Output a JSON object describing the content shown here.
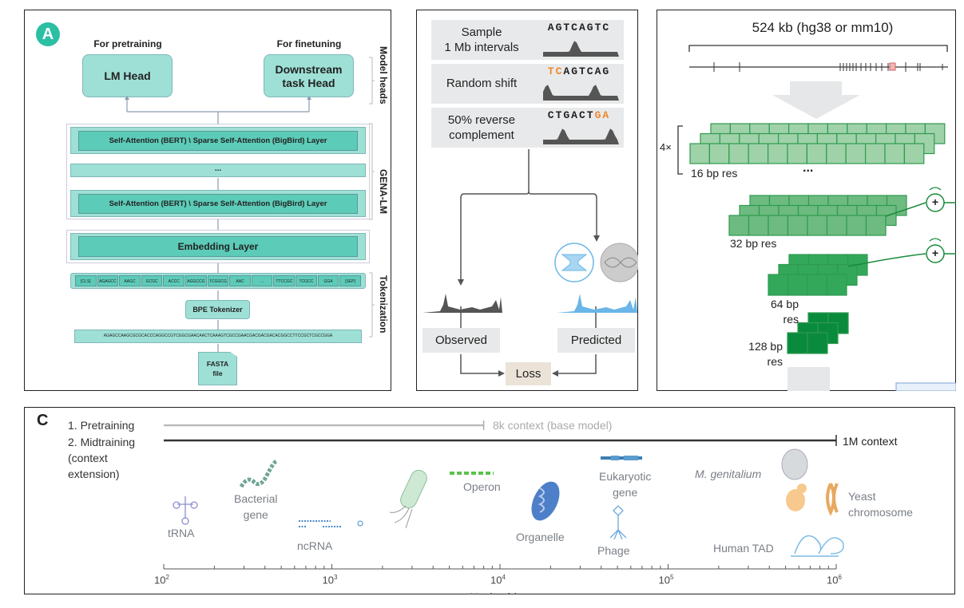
{
  "panel_a": {
    "badge": "A",
    "pretraining_label": "For pretraining",
    "finetuning_label": "For finetuning",
    "lm_head": "LM Head",
    "downstream_head_line1": "Downstream",
    "downstream_head_line2": "task Head",
    "attention_layer_top": "Self-Attention (BERT) \\ Sparse Self-Attention (BigBird) Layer",
    "ellipsis": "...",
    "attention_layer_bottom": "Self-Attention (BERT) \\ Sparse Self-Attention (BigBird) Layer",
    "embedding_layer": "Embedding Layer",
    "tokens": [
      "[CLS]",
      "AGAGCC",
      "AAGC",
      "GCGC",
      "ACCC",
      "AGGCCG",
      "TCGGCG",
      "AAC",
      "...",
      "TTCCGC",
      "TCGCC",
      "GGA",
      "[SEP]"
    ],
    "bpe_tokenizer": "BPE Tokenizer",
    "sequence": "AGAGCCAAGCGCGCACCCAGGCCGTCGGCGAACAACTCAAAGTCGCCGAACGACGACGACACGGCCTTCCGCTCGCCGGA",
    "fasta_line1": "FASTA",
    "fasta_line2": "file",
    "side_labels": {
      "model_heads": "Model heads",
      "gena_lm": "GENA-LM",
      "tokenization": "Tokenization"
    },
    "colors": {
      "light_teal": "#9ee0d6",
      "teal": "#5ccbb8",
      "badge": "#2bbfa4"
    }
  },
  "panel_b": {
    "steps": [
      {
        "label_line1": "Sample",
        "label_line2": "1 Mb intervals",
        "seq_plain": "AGTCAGTC",
        "seq_prefix": "",
        "seq_suffix": ""
      },
      {
        "label_line1": "Random shift",
        "label_line2": "",
        "seq_prefix": "TC",
        "seq_plain": "AGTCAG",
        "seq_suffix": ""
      },
      {
        "label_line1": "50% reverse",
        "label_line2": "complement",
        "seq_prefix": "",
        "seq_plain": "CTGACT",
        "seq_suffix": "GA"
      }
    ],
    "observed": "Observed",
    "predicted": "Predicted",
    "loss": "Loss",
    "colors": {
      "highlight": "#f08a2c",
      "predicted": "#6ab6e8",
      "observed": "#444444",
      "loss_bg": "#ebe3d8"
    }
  },
  "panel_right": {
    "title": "524 kb (hg38 or mm10)",
    "repeat": "4×",
    "res_16": "16 bp res",
    "ellipsis": "...",
    "res_32": "32 bp res",
    "res_64_line1": "64 bp",
    "res_64_line2": "res",
    "res_128_line1": "128 bp",
    "res_128_line2": "res",
    "plus": "+",
    "colors": {
      "res16": "#9fd2a8",
      "res32": "#6dbb80",
      "res64": "#33a85a",
      "res128": "#0a8a3c"
    }
  },
  "panel_c": {
    "badge": "C",
    "pretraining": "1. Pretraining",
    "pretraining_context": "8k context (base model)",
    "midtraining": "2. Midtraining",
    "midtraining_note_line1": "(context",
    "midtraining_note_line2": "extension)",
    "midtraining_context": "1M context",
    "scale": {
      "type": "log",
      "range": [
        100,
        1000000
      ],
      "pretraining_end": 8000,
      "midtraining_end": 1000000,
      "tick_labels": [
        {
          "base": "10",
          "exp": "2"
        },
        {
          "base": "10",
          "exp": "3"
        },
        {
          "base": "10",
          "exp": "4"
        },
        {
          "base": "10",
          "exp": "5"
        },
        {
          "base": "10",
          "exp": "6"
        }
      ],
      "xlabel": "Nucleotides"
    },
    "items": [
      {
        "label": "tRNA",
        "label2": ""
      },
      {
        "label": "Bacterial",
        "label2": "gene"
      },
      {
        "label": "ncRNA",
        "label2": ""
      },
      {
        "label": "Operon",
        "label2": ""
      },
      {
        "label": "Organelle",
        "label2": ""
      },
      {
        "label": "Eukaryotic",
        "label2": "gene"
      },
      {
        "label": "Phage",
        "label2": ""
      },
      {
        "label": "M. genitalium",
        "label2": ""
      },
      {
        "label": "Yeast",
        "label2": "chromosome"
      },
      {
        "label": "Human TAD",
        "label2": ""
      }
    ]
  }
}
